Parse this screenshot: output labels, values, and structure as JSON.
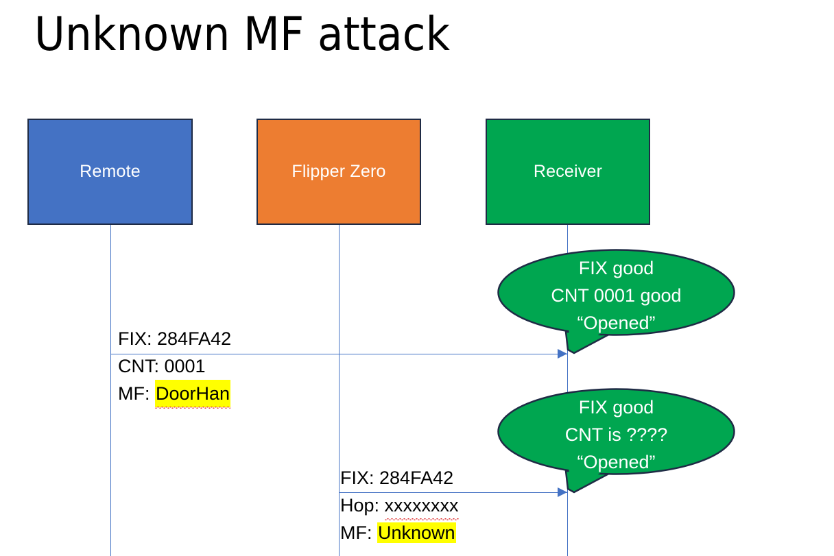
{
  "slide": {
    "title": "Unknown MF attack",
    "background": "#FFFFFF"
  },
  "colors": {
    "remote": "#4472C4",
    "flipper": "#ED7D31",
    "receiver": "#00A650",
    "box_border": "#1F2B45",
    "lifeline": "#4472C4",
    "highlight": "#FFFF00",
    "spellcheck_underline": "#E03030",
    "text": "#000000",
    "box_label_text": "#FFFFFF"
  },
  "actors": [
    {
      "id": "remote",
      "label": "Remote"
    },
    {
      "id": "flipper",
      "label": "Flipper Zero"
    },
    {
      "id": "receiver",
      "label": "Receiver"
    }
  ],
  "messages": [
    {
      "id": "msg1",
      "from": "remote",
      "to": "receiver",
      "lines": [
        {
          "prefix": "FIX: ",
          "value": "284FA42",
          "highlight": false,
          "spellcheck": false
        },
        {
          "prefix": "CNT: ",
          "value": "0001",
          "highlight": false,
          "spellcheck": false
        },
        {
          "prefix": "MF: ",
          "value": "DoorHan",
          "highlight": true,
          "spellcheck": true
        }
      ]
    },
    {
      "id": "msg2",
      "from": "flipper",
      "to": "receiver",
      "lines": [
        {
          "prefix": "FIX: ",
          "value": "284FA42",
          "highlight": false,
          "spellcheck": false
        },
        {
          "prefix": "Hop: ",
          "value": "xxxxxxxx",
          "highlight": false,
          "spellcheck": true
        },
        {
          "prefix": "MF: ",
          "value": "Unknown",
          "highlight": true,
          "spellcheck": false
        }
      ]
    }
  ],
  "bubbles": [
    {
      "id": "bubble1",
      "owner": "receiver",
      "lines": [
        "FIX good",
        "CNT 0001 good",
        "“Opened”"
      ]
    },
    {
      "id": "bubble2",
      "owner": "receiver",
      "lines": [
        "FIX good",
        "CNT is ????",
        "“Opened”"
      ]
    }
  ]
}
